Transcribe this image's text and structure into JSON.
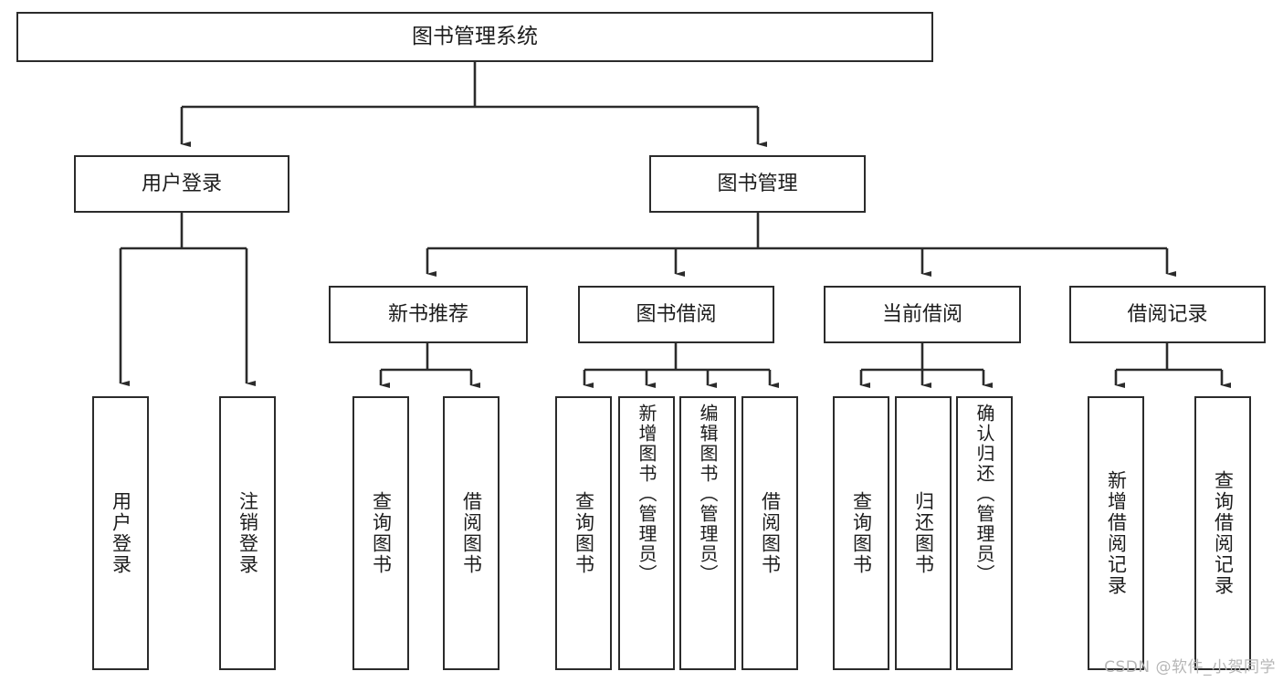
{
  "diagram": {
    "title": "图书管理系统",
    "type": "hierarchy-tree",
    "watermark": "CSDN @软件_小贺同学",
    "colors": {
      "background": "#ffffff",
      "node_border": "#2b2b2b",
      "node_fill": "#ffffff",
      "connector": "#2b2b2b",
      "text": "#1d1d1d",
      "watermark": "#b6b6b6"
    },
    "levels": {
      "root": {
        "label": "图书管理系统"
      },
      "level2": [
        {
          "id": "user-login",
          "label": "用户登录"
        },
        {
          "id": "book-management",
          "label": "图书管理"
        }
      ],
      "level3": [
        {
          "id": "new-book-recommend",
          "label": "新书推荐",
          "parent": "book-management"
        },
        {
          "id": "book-borrow",
          "label": "图书借阅",
          "parent": "book-management"
        },
        {
          "id": "current-borrow",
          "label": "当前借阅",
          "parent": "book-management"
        },
        {
          "id": "borrow-record",
          "label": "借阅记录",
          "parent": "book-management"
        }
      ],
      "leaves": [
        {
          "id": "leaf-user-login",
          "label": "用户登录",
          "parent": "user-login"
        },
        {
          "id": "leaf-logout-login",
          "label": "注销登录",
          "parent": "user-login"
        },
        {
          "id": "leaf-query-book-1",
          "label": "查询图书",
          "parent": "new-book-recommend"
        },
        {
          "id": "leaf-borrow-book-1",
          "label": "借阅图书",
          "parent": "new-book-recommend"
        },
        {
          "id": "leaf-query-book-2",
          "label": "查询图书",
          "parent": "book-borrow"
        },
        {
          "id": "leaf-add-book",
          "label": "新增图书（管理员）",
          "parent": "book-borrow"
        },
        {
          "id": "leaf-edit-book",
          "label": "编辑图书（管理员）",
          "parent": "book-borrow"
        },
        {
          "id": "leaf-borrow-book-2",
          "label": "借阅图书",
          "parent": "book-borrow"
        },
        {
          "id": "leaf-query-book-3",
          "label": "查询图书",
          "parent": "current-borrow"
        },
        {
          "id": "leaf-return-book",
          "label": "归还图书",
          "parent": "current-borrow"
        },
        {
          "id": "leaf-confirm-return",
          "label": "确认归还（管理员）",
          "parent": "current-borrow"
        },
        {
          "id": "leaf-add-record",
          "label": "新增借阅记录",
          "parent": "borrow-record"
        },
        {
          "id": "leaf-query-record",
          "label": "查询借阅记录",
          "parent": "borrow-record"
        }
      ]
    }
  }
}
